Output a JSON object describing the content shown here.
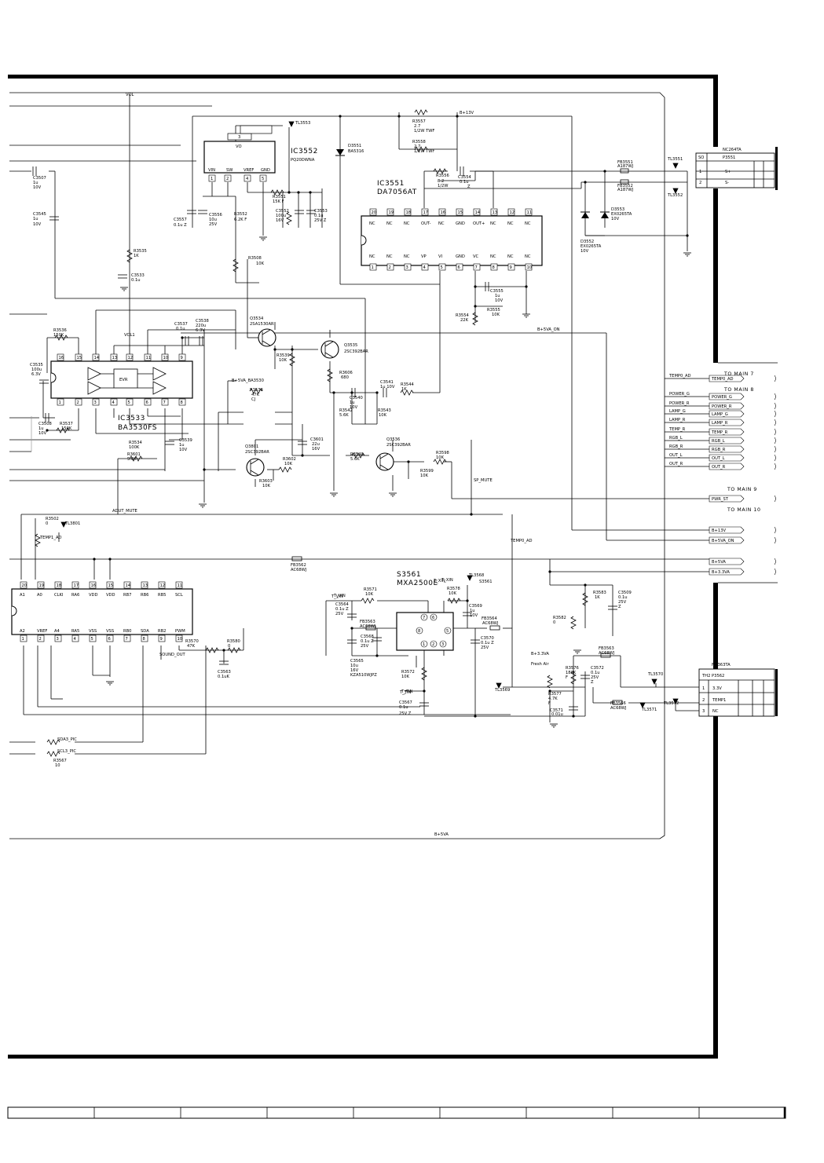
{
  "ics": {
    "ic3552": {
      "ref": "IC3552",
      "part": "PQ20DWNA",
      "vo": "VO",
      "pins": [
        "VIN",
        "SW",
        "VREF",
        "GND"
      ],
      "pin_nums": [
        "1",
        "2",
        "4",
        "5"
      ],
      "top_pin": "3"
    },
    "ic3551": {
      "ref": "IC3551",
      "part": "DA7056AT",
      "top_nums": [
        "20",
        "19",
        "18",
        "17",
        "16",
        "15",
        "14",
        "13",
        "12",
        "11"
      ],
      "top_names": [
        "NC",
        "NC",
        "NC",
        "OUT-",
        "NC",
        "GND",
        "OUT+",
        "NC",
        "NC",
        "NC"
      ],
      "bot_nums": [
        "1",
        "2",
        "3",
        "4",
        "5",
        "6",
        "7",
        "8",
        "9",
        "10"
      ],
      "bot_names": [
        "NC",
        "NC",
        "NC",
        "VP",
        "VI",
        "GND",
        "VC",
        "NC",
        "NC",
        "NC"
      ]
    },
    "ic3533": {
      "ref": "IC3533",
      "part": "BA3530FS",
      "evr": "EVR",
      "top_nums": [
        "16",
        "15",
        "14",
        "13",
        "12",
        "11",
        "10",
        "9"
      ],
      "bot_nums": [
        "1",
        "2",
        "3",
        "4",
        "5",
        "6",
        "7",
        "8"
      ]
    },
    "ic_main": {
      "top_nums": [
        "20",
        "19",
        "18",
        "17",
        "16",
        "15",
        "14",
        "13",
        "12",
        "11"
      ],
      "top_names": [
        "A1",
        "A0",
        "CLKI",
        "RA6",
        "VDD",
        "VDD",
        "RB7",
        "RB6",
        "RB5",
        "SCL"
      ],
      "bot_nums": [
        "1",
        "2",
        "3",
        "4",
        "5",
        "6",
        "7",
        "8",
        "9",
        "10"
      ],
      "bot_names": [
        "A2",
        "VREF",
        "A4",
        "RA5",
        "VSS",
        "VSS",
        "RB0",
        "SDA",
        "RB2",
        "PWM"
      ]
    },
    "s3561": {
      "ref": "S3561",
      "part": "MXA2500E",
      "pin_top": [
        "7",
        "6"
      ],
      "pin_mid": [
        "8",
        "5"
      ],
      "pin_bot": [
        "1",
        "2",
        "3"
      ]
    }
  },
  "transistors": [
    {
      "ref": "Q3534",
      "part": "2SA1530AR"
    },
    {
      "ref": "Q3535",
      "part": "2SC392BAR"
    },
    {
      "ref": "Q3536",
      "part": "2SC392BAR"
    },
    {
      "ref": "Q3801",
      "part": "2SC392BAR"
    }
  ],
  "components": [
    "R3557",
    "2.7",
    "1/2W  TWF",
    "R3558",
    "2.7",
    "1/2W  TWF",
    "B+13V",
    "TL3553",
    "D3551",
    "BA5316",
    "R3556",
    "8.2",
    "1/2W",
    "C3554",
    "0.1u",
    "Z",
    "FB3551",
    "A187WJ",
    "FB3552",
    "A187WJ",
    "TL3551",
    "TL3552",
    "D3553",
    "EX0265TA",
    "10V",
    "D3552",
    "EX0265TA",
    "10V",
    "R3551",
    "15K  F",
    "R3552",
    "6.2K F",
    "C3552",
    "100u",
    "16V",
    "C3553",
    "0.1u",
    "25V Z",
    "C3557",
    "0.1u Z",
    "C3556",
    "10u",
    "25V",
    "C3507",
    "1u",
    "10V",
    "C3545",
    "1u",
    "10V",
    "R3535",
    "1K",
    "C3533",
    "0.1u",
    "R3508",
    "10K",
    "C3555",
    "1u",
    "10V",
    "R3554",
    "22K",
    "R3555",
    "10K",
    "R3536",
    "150K",
    "C3535",
    "100u",
    "6.3V",
    "C3537",
    "0.1u",
    "C3538",
    "220u",
    "6.3V",
    "VOL1",
    "VOL",
    "B+5VA_ON",
    "B+5VA_BA3530",
    "R3539",
    "10K",
    "R3606",
    "680",
    "C3541",
    "1u 10V",
    "R3544",
    "1K",
    "R3538",
    "47K",
    "CJ",
    "C3540",
    "1u",
    "10V",
    "R3542",
    "5.6K",
    "R3543",
    "10K",
    "C3508",
    "1u",
    "10V",
    "R3537",
    "150K",
    "C3539",
    "1u",
    "10V",
    "R3534",
    "100K",
    "R3601",
    "5.6K",
    "C3601",
    "22u",
    "16V",
    "R3602",
    "10K",
    "R3603",
    "10K",
    "R3540",
    "5.6K",
    "R3598",
    "10K",
    "R3599",
    "10K",
    "ADUT_MUTE",
    "SP_MUTE",
    "R3502",
    "0",
    "TL3801",
    "TEMP1_AD",
    "TEMP0_AD",
    "FB3562",
    "AC68WJ",
    "S3561",
    "T_XIN",
    "TL3568",
    "T_VIN",
    "C3564",
    "0.1u Z",
    "25V",
    "R3571",
    "10K",
    "R3578",
    "10K",
    "C3569",
    "1u",
    "10V",
    "FB3563",
    "AC68WJ",
    "C3568",
    "0.1u Z",
    "25V",
    "FB3564",
    "AC68WJ",
    "C3570",
    "0.1u Z",
    "25V",
    "C3565",
    "10u",
    "16V",
    "KZA510WJPZ",
    "R3572",
    "10K",
    "T_TIN",
    "C3567",
    "0.1u",
    "25V Z",
    "R3570",
    "47K",
    "R3580",
    "0",
    "SOUND_OUT",
    "C3563",
    "0.1uK",
    "SDA3_PIC",
    "SCL3_PIC",
    "R3567",
    "10",
    "B+3.3VA",
    "Fresh Air",
    "TL3569",
    "R3576",
    "180K",
    "F",
    "C3572",
    "0.1u",
    "25V",
    "Z",
    "R3577",
    "4.7K",
    "F",
    "C3571",
    "0.01u",
    "FB3566",
    "AC68WJ",
    "TL3571",
    "TL3572",
    "TL3570",
    "R3583",
    "1K",
    "C3509",
    "0.1u",
    "25V",
    "Z",
    "R3582",
    "0",
    "FB3563",
    "AC68WJ",
    "B+5VA",
    "T_XIN",
    "T_VIN",
    "T_TIN"
  ],
  "connectors": {
    "p3551": {
      "title": "NC264TA",
      "header": [
        "SO",
        "P3551"
      ],
      "rows": [
        {
          "n": "1",
          "s": "S+"
        },
        {
          "n": "2",
          "s": "S-"
        }
      ]
    },
    "p3562": {
      "title": "NC363TA",
      "header": [
        "TH2 P3562"
      ],
      "rows": [
        {
          "n": "1",
          "s": "3.3V"
        },
        {
          "n": "2",
          "s": "TEMP1"
        },
        {
          "n": "3",
          "s": "NC"
        }
      ]
    }
  },
  "offpage": {
    "headings": [
      "TO MAIN 7",
      "TO MAIN 8",
      "TO MAIN 9",
      "TO MAIN 10"
    ],
    "signals": [
      {
        "net": "TEMP0_AD",
        "port": "TEMP0_AD"
      },
      {
        "net": "POWER_G",
        "port": "POWER_G"
      },
      {
        "net": "POWER_R",
        "port": "POWER_R"
      },
      {
        "net": "LAMP_G",
        "port": "LAMP_G"
      },
      {
        "net": "LAMP_R",
        "port": "LAMP_R"
      },
      {
        "net": "TEMP_R",
        "port": "TEMP_R"
      },
      {
        "net": "RGB_L",
        "port": "RGB_L"
      },
      {
        "net": "RGB_R",
        "port": "RGB_R"
      },
      {
        "net": "OUT_L",
        "port": "OUT_L"
      },
      {
        "net": "OUT_R",
        "port": "OUT_R"
      }
    ],
    "power_ports": [
      "PWR_ST",
      "B+13V",
      "B+5VA_ON",
      "B+5VA",
      "B+3.3VA"
    ]
  }
}
